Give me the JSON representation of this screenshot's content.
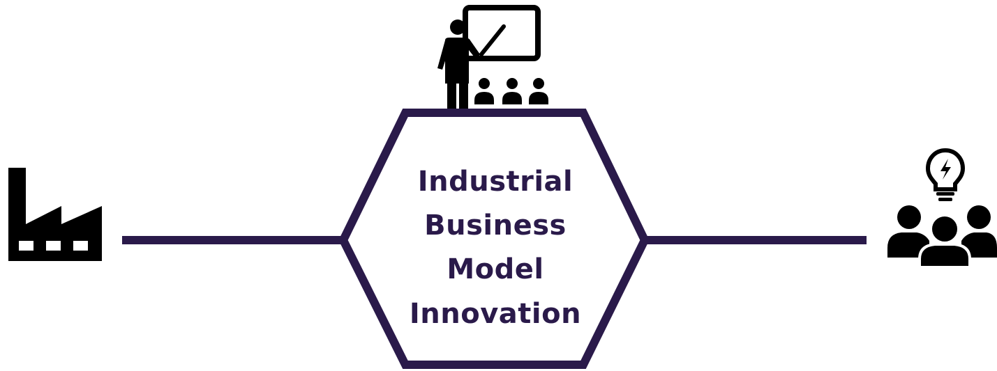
{
  "diagram": {
    "center_node": {
      "lines": [
        "Industrial",
        "Business",
        "Model",
        "Innovation"
      ]
    },
    "colors": {
      "stroke": "#2a1a4a",
      "text": "#2a1a4a",
      "icon": "#000000"
    },
    "icons": {
      "left": "factory-icon",
      "top": "presentation-teacher-icon",
      "right": "team-idea-lightbulb-icon"
    }
  }
}
